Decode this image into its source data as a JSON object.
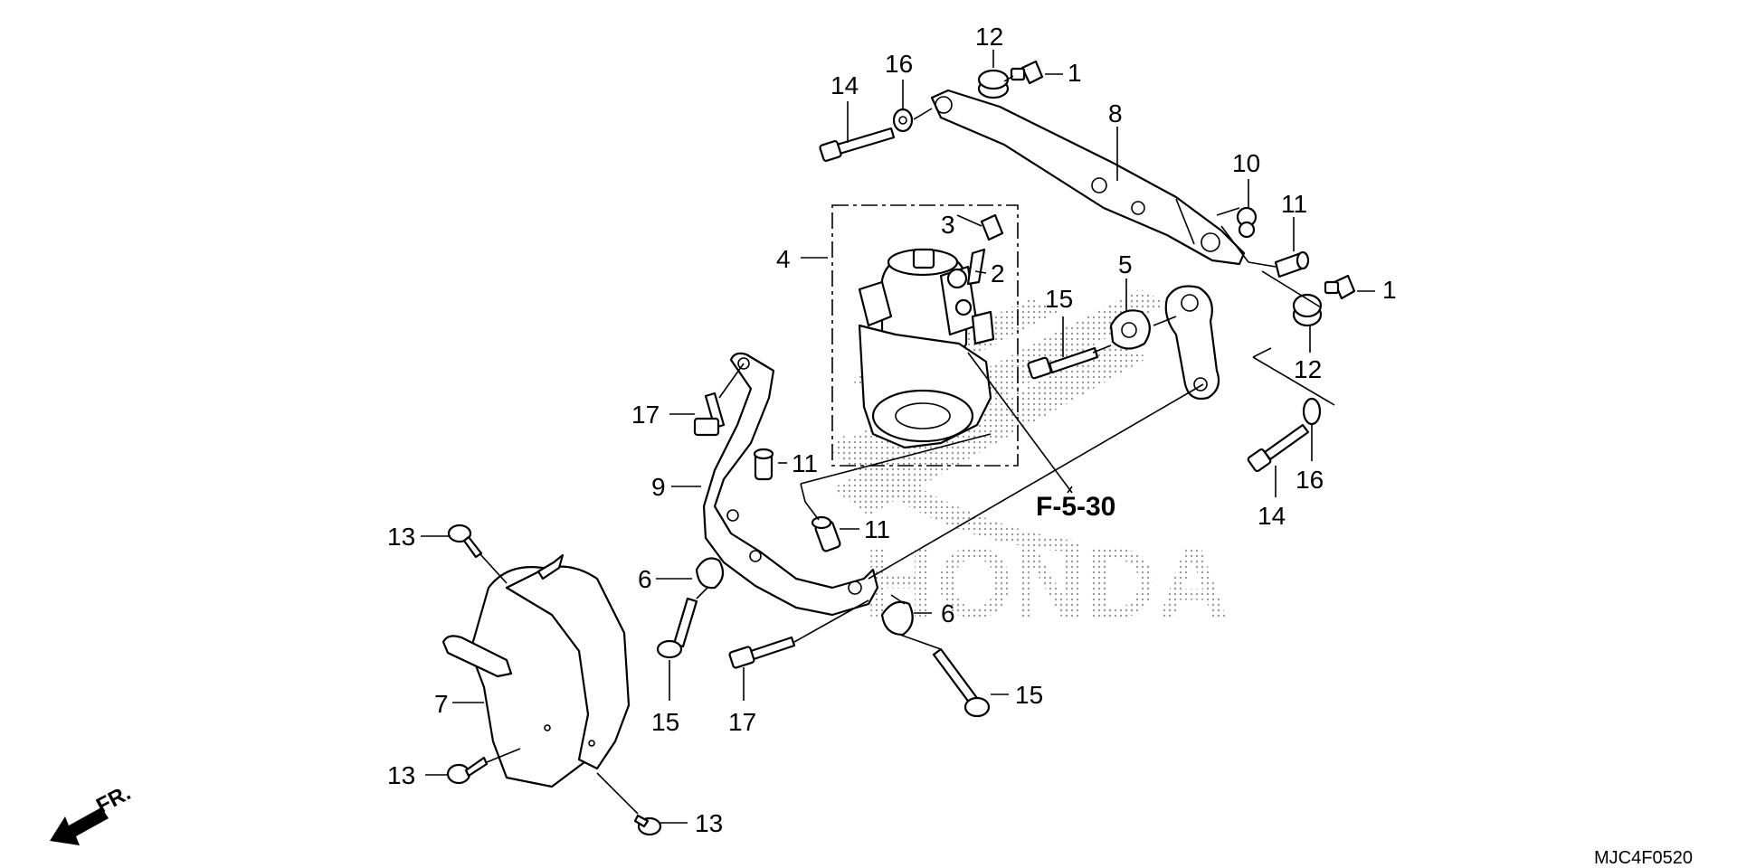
{
  "diagram": {
    "watermark": "HONDA",
    "reference": "F-5-30",
    "front_label": "FR.",
    "code": "MJC4F0520",
    "colors": {
      "line": "#000000",
      "dots": "#9a9a9a"
    },
    "callouts": [
      {
        "id": "c1a",
        "label": "1"
      },
      {
        "id": "c1b",
        "label": "1"
      },
      {
        "id": "c2",
        "label": "2"
      },
      {
        "id": "c3",
        "label": "3"
      },
      {
        "id": "c4",
        "label": "4"
      },
      {
        "id": "c5",
        "label": "5"
      },
      {
        "id": "c6a",
        "label": "6"
      },
      {
        "id": "c6b",
        "label": "6"
      },
      {
        "id": "c7",
        "label": "7"
      },
      {
        "id": "c8",
        "label": "8"
      },
      {
        "id": "c9",
        "label": "9"
      },
      {
        "id": "c10",
        "label": "10"
      },
      {
        "id": "c11a",
        "label": "11"
      },
      {
        "id": "c11b",
        "label": "11"
      },
      {
        "id": "c11c",
        "label": "11"
      },
      {
        "id": "c12a",
        "label": "12"
      },
      {
        "id": "c12b",
        "label": "12"
      },
      {
        "id": "c13a",
        "label": "13"
      },
      {
        "id": "c13b",
        "label": "13"
      },
      {
        "id": "c13c",
        "label": "13"
      },
      {
        "id": "c14a",
        "label": "14"
      },
      {
        "id": "c14b",
        "label": "14"
      },
      {
        "id": "c15a",
        "label": "15"
      },
      {
        "id": "c15b",
        "label": "15"
      },
      {
        "id": "c15c",
        "label": "15"
      },
      {
        "id": "c16a",
        "label": "16"
      },
      {
        "id": "c16b",
        "label": "16"
      },
      {
        "id": "c17a",
        "label": "17"
      },
      {
        "id": "c17b",
        "label": "17"
      }
    ]
  }
}
